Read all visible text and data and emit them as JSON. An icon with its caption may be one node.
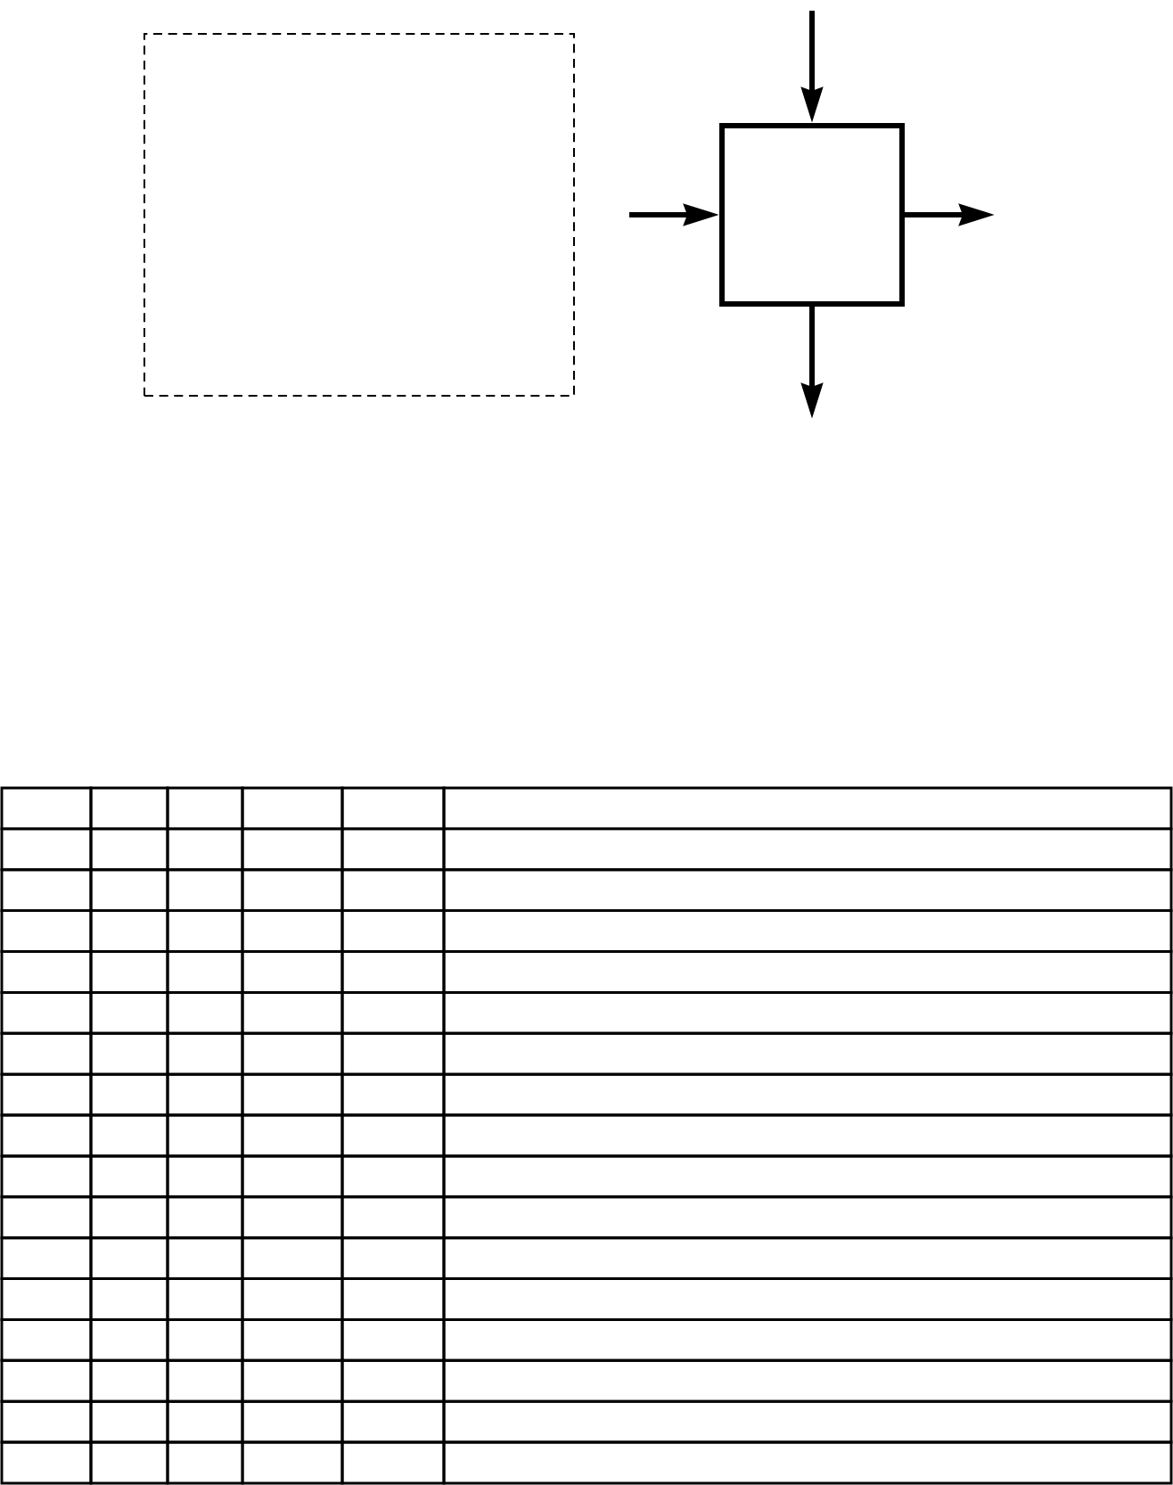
{
  "diagram": {
    "nodes": [
      {
        "text": [],
        "shape": "box"
      },
      {
        "text": [],
        "shape": "box"
      }
    ],
    "edges": [
      {
        "from": null,
        "to": 1,
        "arrow": "to"
      },
      {
        "from": null,
        "to": 1,
        "arrow": "to"
      },
      {
        "from": 1,
        "to": null,
        "arrow": "to"
      },
      {
        "from": 1,
        "to": null,
        "arrow": "to"
      }
    ]
  }
}
